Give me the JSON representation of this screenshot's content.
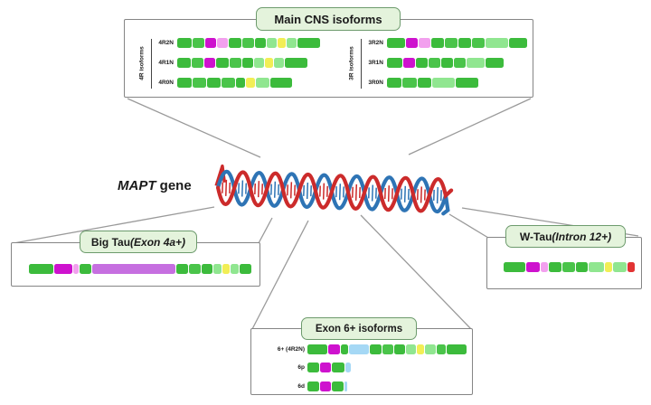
{
  "figure": {
    "gene_label": {
      "gene_name": "MAPT",
      "suffix": " gene"
    }
  },
  "colors": {
    "g": "#3cbb3c",
    "g2": "#4ac44a",
    "lg": "#90e690",
    "y": "#f2ee55",
    "m": "#ce12ce",
    "p": "#f2a0ee",
    "v": "#c66fe0",
    "b": "#a5d8f5",
    "r": "#e23333",
    "capsule_bg": "#e4f3dc",
    "capsule_border": "#6d9b6d",
    "box_border": "#858585",
    "callout_line": "#9a9a9a",
    "helix_red": "#cc2b2b",
    "helix_blue": "#2e74b5"
  },
  "boxes": {
    "main_cns": {
      "title": "Main CNS isoforms",
      "groups": [
        {
          "label": "4R isoforms",
          "rows": [
            {
              "label": "4R2N",
              "segments": [
                {
                  "c": "g",
                  "w": 16
                },
                {
                  "c": "g2",
                  "w": 13
                },
                {
                  "c": "m",
                  "w": 12
                },
                {
                  "c": "p",
                  "w": 12
                },
                {
                  "c": "g",
                  "w": 14
                },
                {
                  "c": "g2",
                  "w": 13
                },
                {
                  "c": "g",
                  "w": 12
                },
                {
                  "c": "lg",
                  "w": 11
                },
                {
                  "c": "y",
                  "w": 9
                },
                {
                  "c": "lg",
                  "w": 11
                },
                {
                  "c": "g",
                  "w": 25
                }
              ]
            },
            {
              "label": "4R1N",
              "segments": [
                {
                  "c": "g",
                  "w": 15
                },
                {
                  "c": "g2",
                  "w": 13
                },
                {
                  "c": "m",
                  "w": 12
                },
                {
                  "c": "g",
                  "w": 14
                },
                {
                  "c": "g2",
                  "w": 13
                },
                {
                  "c": "g",
                  "w": 12
                },
                {
                  "c": "lg",
                  "w": 11
                },
                {
                  "c": "y",
                  "w": 9
                },
                {
                  "c": "lg",
                  "w": 11
                },
                {
                  "c": "g",
                  "w": 25
                }
              ]
            },
            {
              "label": "4R0N",
              "segments": [
                {
                  "c": "g",
                  "w": 16
                },
                {
                  "c": "g2",
                  "w": 15
                },
                {
                  "c": "g",
                  "w": 15
                },
                {
                  "c": "g2",
                  "w": 15
                },
                {
                  "c": "g",
                  "w": 10
                },
                {
                  "c": "y",
                  "w": 10
                },
                {
                  "c": "lg",
                  "w": 15
                },
                {
                  "c": "g",
                  "w": 24
                }
              ]
            }
          ]
        },
        {
          "label": "3R isoforms",
          "rows": [
            {
              "label": "3R2N",
              "segments": [
                {
                  "c": "g",
                  "w": 20
                },
                {
                  "c": "m",
                  "w": 13
                },
                {
                  "c": "p",
                  "w": 13
                },
                {
                  "c": "g",
                  "w": 14
                },
                {
                  "c": "g2",
                  "w": 14
                },
                {
                  "c": "g",
                  "w": 14
                },
                {
                  "c": "g2",
                  "w": 14
                },
                {
                  "c": "lg",
                  "w": 25
                },
                {
                  "c": "g",
                  "w": 20
                }
              ]
            },
            {
              "label": "3R1N",
              "segments": [
                {
                  "c": "g",
                  "w": 17
                },
                {
                  "c": "m",
                  "w": 13
                },
                {
                  "c": "g",
                  "w": 13
                },
                {
                  "c": "g2",
                  "w": 13
                },
                {
                  "c": "g",
                  "w": 13
                },
                {
                  "c": "g2",
                  "w": 13
                },
                {
                  "c": "lg",
                  "w": 20
                },
                {
                  "c": "g",
                  "w": 20
                }
              ]
            },
            {
              "label": "3R0N",
              "segments": [
                {
                  "c": "g",
                  "w": 16
                },
                {
                  "c": "g2",
                  "w": 16
                },
                {
                  "c": "g",
                  "w": 15
                },
                {
                  "c": "lg",
                  "w": 25
                },
                {
                  "c": "g",
                  "w": 25
                }
              ]
            }
          ]
        }
      ]
    },
    "big_tau": {
      "title_bold": "Big Tau",
      "title_italic": " (Exon 4a+)",
      "bar": {
        "segments": [
          {
            "c": "g",
            "w": 27
          },
          {
            "c": "m",
            "w": 20
          },
          {
            "c": "p",
            "w": 6
          },
          {
            "c": "g",
            "w": 13
          },
          {
            "c": "v",
            "w": 92
          },
          {
            "c": "g",
            "w": 13
          },
          {
            "c": "g2",
            "w": 13
          },
          {
            "c": "g",
            "w": 12
          },
          {
            "c": "lg",
            "w": 9
          },
          {
            "c": "y",
            "w": 8
          },
          {
            "c": "lg",
            "w": 9
          },
          {
            "c": "g",
            "w": 13
          }
        ]
      }
    },
    "w_tau": {
      "title_bold": "W-Tau",
      "title_italic": " (Intron 12+)",
      "bar": {
        "segments": [
          {
            "c": "g",
            "w": 24
          },
          {
            "c": "m",
            "w": 15
          },
          {
            "c": "p",
            "w": 8
          },
          {
            "c": "g",
            "w": 14
          },
          {
            "c": "g2",
            "w": 14
          },
          {
            "c": "g",
            "w": 13
          },
          {
            "c": "lg",
            "w": 17
          },
          {
            "c": "y",
            "w": 8
          },
          {
            "c": "lg",
            "w": 15
          },
          {
            "c": "r",
            "w": 8
          }
        ]
      }
    },
    "exon6": {
      "title": "Exon 6+ isoforms",
      "rows": [
        {
          "label": "6+ (4R2N)",
          "segments": [
            {
              "c": "g",
              "w": 22
            },
            {
              "c": "m",
              "w": 13
            },
            {
              "c": "g",
              "w": 8
            },
            {
              "c": "b",
              "w": 22
            },
            {
              "c": "g",
              "w": 13
            },
            {
              "c": "g2",
              "w": 12
            },
            {
              "c": "g",
              "w": 12
            },
            {
              "c": "lg",
              "w": 11
            },
            {
              "c": "y",
              "w": 8
            },
            {
              "c": "lg",
              "w": 12
            },
            {
              "c": "g2",
              "w": 10
            },
            {
              "c": "g",
              "w": 22
            }
          ]
        },
        {
          "label": "6p",
          "segments": [
            {
              "c": "g",
              "w": 13
            },
            {
              "c": "m",
              "w": 12
            },
            {
              "c": "g",
              "w": 14
            },
            {
              "c": "b",
              "w": 6
            }
          ]
        },
        {
          "label": "6d",
          "segments": [
            {
              "c": "g",
              "w": 13
            },
            {
              "c": "m",
              "w": 12
            },
            {
              "c": "g",
              "w": 13
            },
            {
              "c": "b",
              "w": 3
            }
          ]
        }
      ]
    }
  }
}
